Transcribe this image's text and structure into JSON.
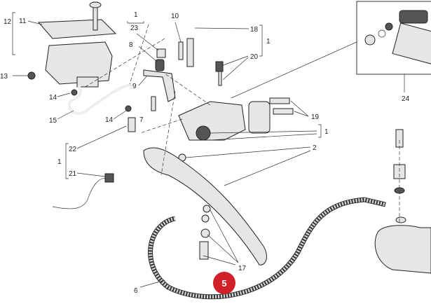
{
  "diagram": {
    "labels": [
      {
        "id": "l12",
        "text": "12"
      },
      {
        "id": "l11",
        "text": "11"
      },
      {
        "id": "l13",
        "text": "13"
      },
      {
        "id": "l14a",
        "text": "14"
      },
      {
        "id": "l15",
        "text": "15"
      },
      {
        "id": "l14b",
        "text": "14"
      },
      {
        "id": "l7",
        "text": "7"
      },
      {
        "id": "l9",
        "text": "9"
      },
      {
        "id": "l8",
        "text": "8"
      },
      {
        "id": "l23",
        "text": "23"
      },
      {
        "id": "l1a",
        "text": "1"
      },
      {
        "id": "l10",
        "text": "10"
      },
      {
        "id": "l18",
        "text": "18"
      },
      {
        "id": "l1b",
        "text": "1"
      },
      {
        "id": "l20",
        "text": "20"
      },
      {
        "id": "l19",
        "text": "19"
      },
      {
        "id": "l1c",
        "text": "1"
      },
      {
        "id": "l2",
        "text": "2"
      },
      {
        "id": "l22",
        "text": "22"
      },
      {
        "id": "l1d",
        "text": "1"
      },
      {
        "id": "l21",
        "text": "21"
      },
      {
        "id": "l6",
        "text": "6"
      },
      {
        "id": "l17",
        "text": "17"
      },
      {
        "id": "l24",
        "text": "24"
      }
    ],
    "highlight": {
      "text": "5",
      "color": "#d0202a"
    }
  }
}
